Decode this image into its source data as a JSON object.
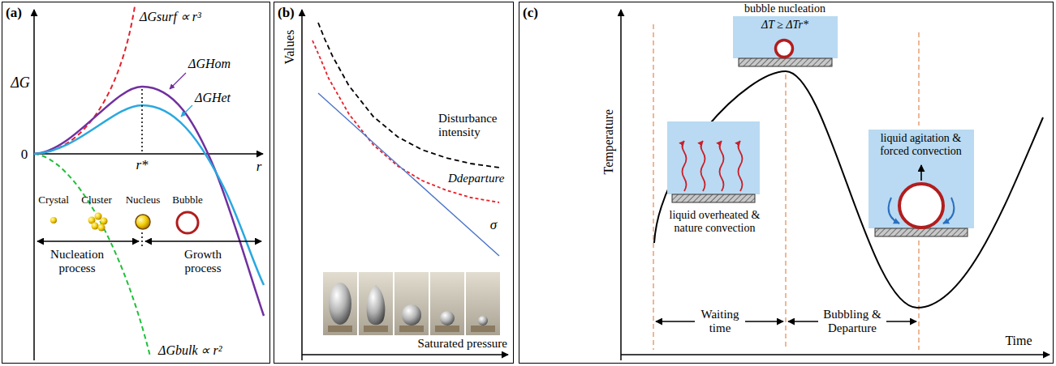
{
  "diagram": {
    "nodes": [
      {
        "text": [
          "(a)"
        ]
      },
      {
        "text": [
          "(b)"
        ]
      },
      {
        "text": [
          "(c)"
        ]
      },
      {
        "text": [
          "bubble nucleation",
          "ΔT ≥ ΔTr*"
        ],
        "in": 2
      },
      {
        "text": [
          "liquid overheated & nature convection"
        ],
        "in": 2
      },
      {
        "text": [
          "liquid agitation & forced convection"
        ],
        "in": 2
      }
    ],
    "labels": [
      "ΔG",
      "ΔGsurf ∝ r³",
      "ΔGHom",
      "ΔGHet",
      "0",
      "r",
      "r*",
      "Crystal",
      "Cluster",
      "Nucleus",
      "Bubble",
      "Nucleation process",
      "Growth process",
      "ΔGbulk ∝ r²",
      "Values",
      "Disturbance intensity",
      "Ddeparture",
      "σ",
      "Saturated pressure",
      "Temperature",
      "Waiting time",
      "Bubbling & Departure",
      "Time"
    ]
  }
}
